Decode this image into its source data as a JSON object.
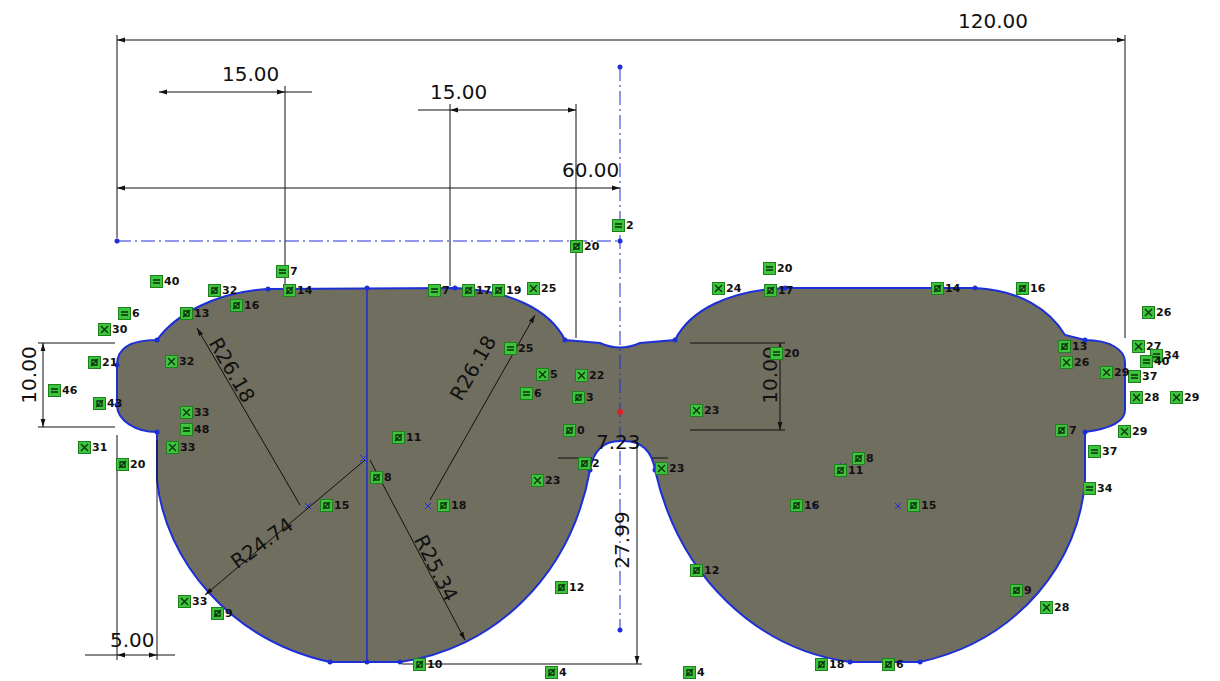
{
  "diagram": {
    "labels": [
      "120.00",
      "15.00",
      "15.00",
      "60.00",
      "10.00",
      "10.00",
      "R26.18",
      "R26.18",
      "R24.74",
      "R25.34",
      "5.00",
      "7.23",
      "27.99",
      "14",
      "7",
      "7",
      "17",
      "19",
      "25",
      "40",
      "32",
      "16",
      "13",
      "6",
      "30",
      "32",
      "21",
      "46",
      "43",
      "31",
      "20",
      "33",
      "48",
      "33",
      "33",
      "9",
      "11",
      "8",
      "15",
      "18",
      "10",
      "4",
      "12",
      "23",
      "25",
      "6",
      "5",
      "22",
      "3",
      "0",
      "2",
      "23",
      "23",
      "24",
      "20",
      "17",
      "14",
      "16",
      "20",
      "11",
      "8",
      "16",
      "15",
      "12",
      "18",
      "6",
      "9",
      "28",
      "26",
      "27",
      "34",
      "40",
      "37",
      "28",
      "29",
      "29",
      "26",
      "13",
      "37",
      "34",
      "7",
      "29",
      "4",
      "2",
      "20"
    ]
  }
}
